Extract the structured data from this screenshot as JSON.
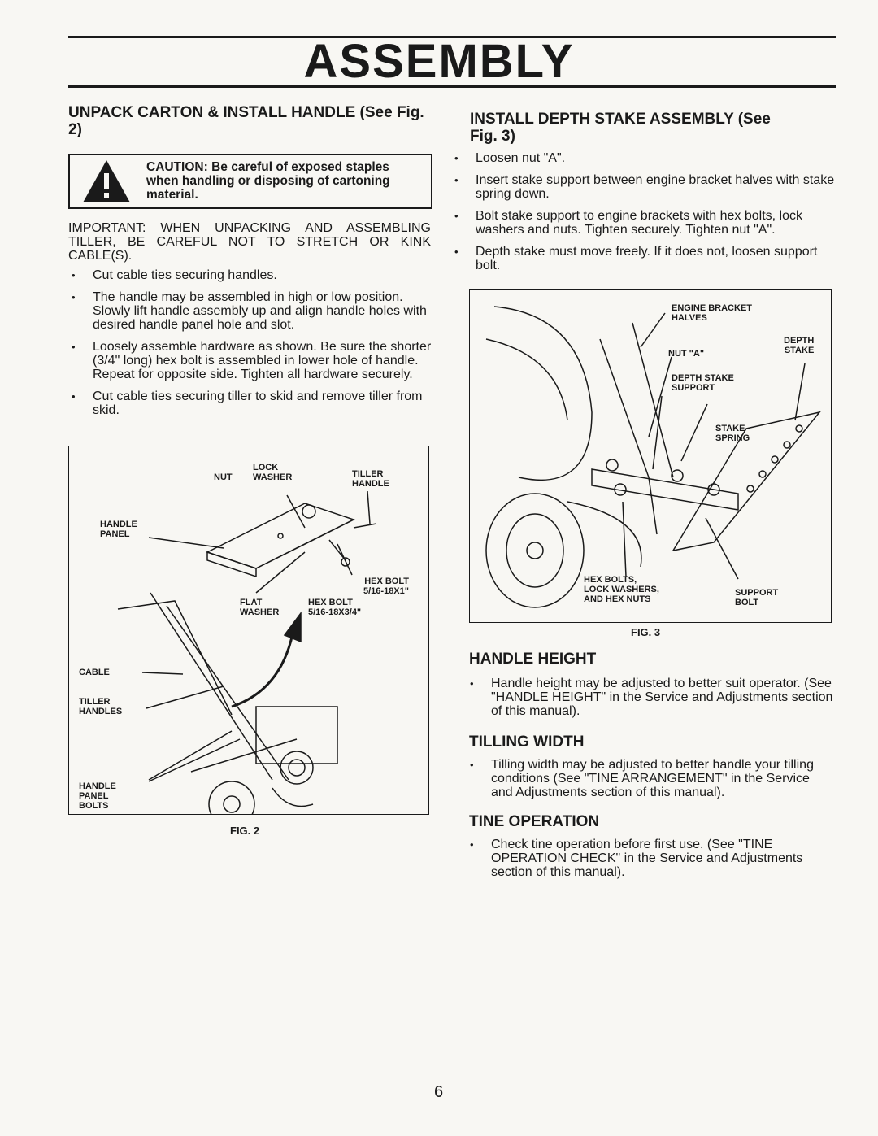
{
  "page_title": "ASSEMBLY",
  "left": {
    "heading": "UNPACK CARTON & INSTALL HANDLE (See Fig. 2)",
    "caution": "CAUTION: Be careful of exposed staples when handling or disposing of cartoning material.",
    "important": "IMPORTANT: WHEN UNPACKING AND ASSEMBLING TILLER, BE CAREFUL NOT TO STRETCH OR KINK CABLE(S).",
    "bullets": [
      "Cut cable ties securing handles.",
      "The handle may be assembled in high or low position. Slowly lift handle assembly up and align handle holes with desired handle panel hole and slot.",
      "Loosely assemble hardware as shown. Be sure the shorter (3/4\" long) hex bolt is assembled in lower hole of handle. Repeat for opposite side. Tighten all hardware securely.",
      "Cut cable ties securing tiller to skid and remove tiller from skid."
    ],
    "fig2": {
      "caption": "FIG. 2",
      "labels": {
        "nut": "NUT",
        "lock_washer": "LOCK\nWASHER",
        "tiller_handle": "TILLER\nHANDLE",
        "handle_panel": "HANDLE\nPANEL",
        "hex_bolt_1": "HEX BOLT\n5/16-18X1\"",
        "flat_washer": "FLAT\nWASHER",
        "hex_bolt_2": "HEX BOLT\n5/16-18X3/4\"",
        "cable": "CABLE",
        "tiller_handles": "TILLER\nHANDLES",
        "handle_panel_bolts": "HANDLE\nPANEL\nBOLTS"
      }
    }
  },
  "right": {
    "heading": "INSTALL DEPTH STAKE ASSEMBLY (See Fig. 3)",
    "bullets": [
      "Loosen nut \"A\".",
      "Insert stake support between engine bracket halves with stake spring down.",
      "Bolt stake support to engine brackets with hex bolts, lock washers and nuts. Tighten securely. Tighten nut \"A\".",
      "Depth stake must move freely. If it does not, loosen support bolt."
    ],
    "fig3": {
      "caption": "FIG. 3",
      "labels": {
        "engine_bracket": "ENGINE BRACKET\nHALVES",
        "depth_stake": "DEPTH\nSTAKE",
        "nut_a": "NUT \"A\"",
        "depth_stake_support": "DEPTH STAKE\nSUPPORT",
        "stake_spring": "STAKE\nSPRING",
        "hex_bolts": "HEX BOLTS,\nLOCK WASHERS,\nAND HEX NUTS",
        "support_bolt": "SUPPORT\nBOLT"
      }
    },
    "handle_height": {
      "heading": "HANDLE HEIGHT",
      "text": "Handle height may be adjusted to better suit operator. (See \"HANDLE HEIGHT\" in the Service and Adjustments section of this manual)."
    },
    "tilling_width": {
      "heading": "TILLING WIDTH",
      "text": "Tilling width may be adjusted to better handle your tilling conditions (See \"TINE ARRANGEMENT\" in the Service and Adjustments section of this manual)."
    },
    "tine_operation": {
      "heading": "TINE OPERATION",
      "text": "Check tine operation before first use. (See \"TINE OPERATION CHECK\" in the Service and Adjustments section of this manual)."
    }
  },
  "page_number": "6"
}
